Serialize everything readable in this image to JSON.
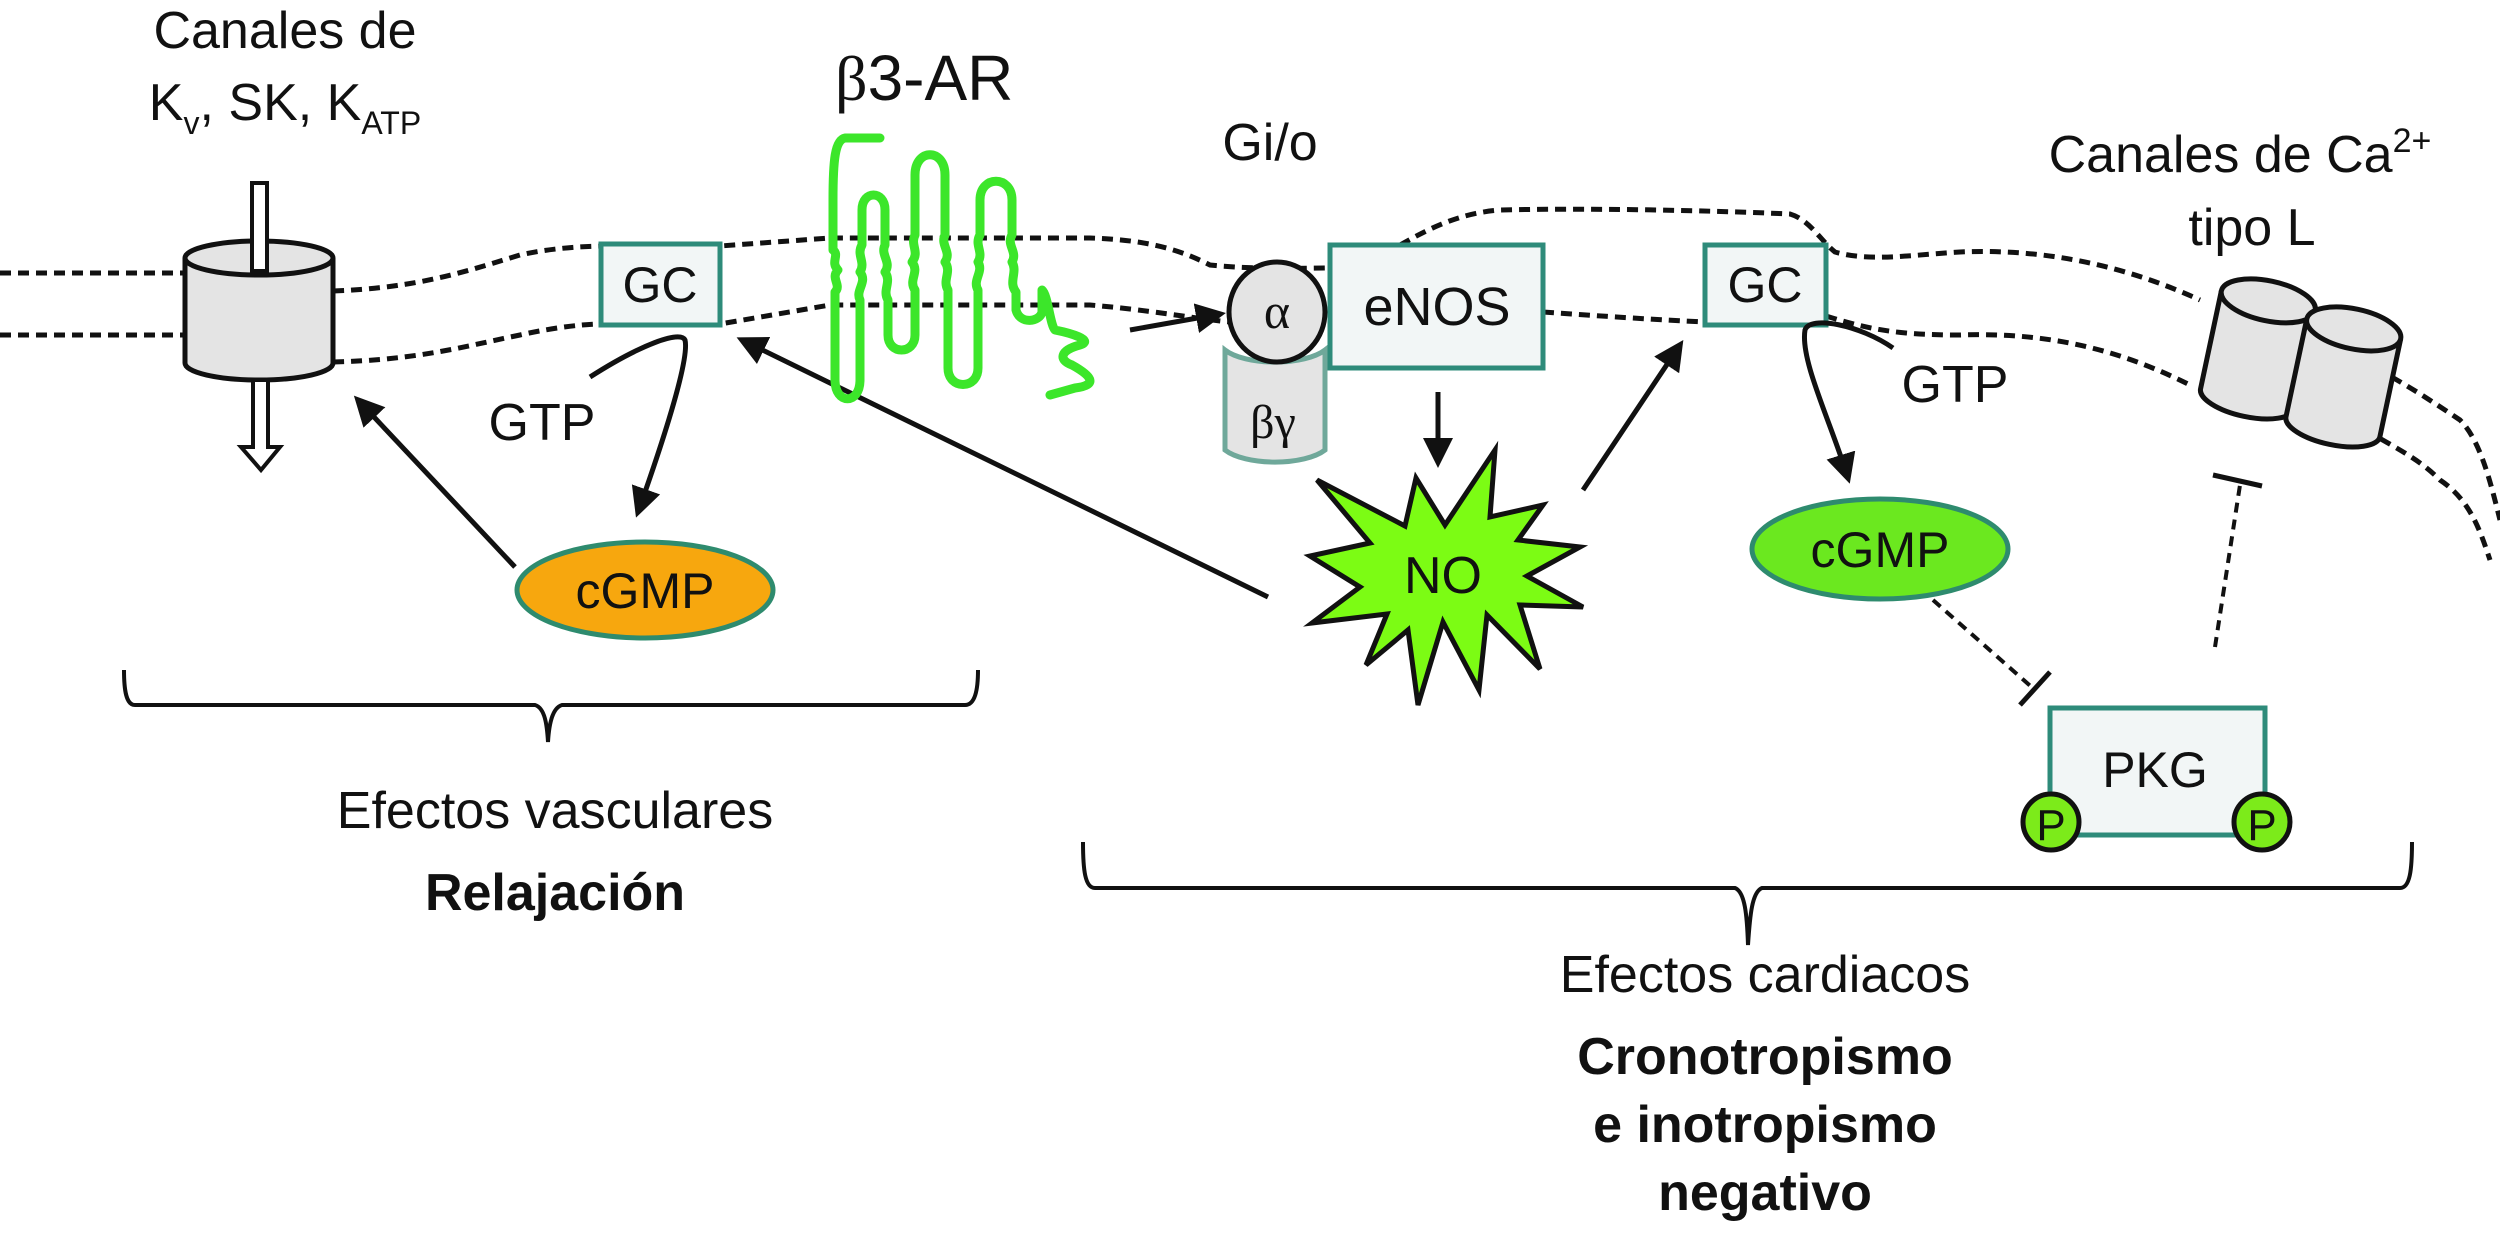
{
  "title_labels": {
    "k_channels": {
      "line1": "Canales de",
      "kv_main": "K",
      "kv_sub": "v",
      "sep1": ", SK, ",
      "katp_main": "K",
      "katp_sub": "ATP"
    },
    "receptor": {
      "beta": "β",
      "rest": "3-AR"
    },
    "g_protein": "Gi/o",
    "ca_channels": {
      "line1_main": "Canales de Ca",
      "line1_sup": "2+",
      "line2": "tipo L"
    }
  },
  "nodes": {
    "gc_left": "GC",
    "gc_right": "GC",
    "alpha": "α",
    "beta_gamma": "βγ",
    "enos": "eNOS",
    "no": "NO",
    "gtp_left": "GTP",
    "gtp_right": "GTP",
    "cgmp_left": "cGMP",
    "cgmp_right": "cGMP",
    "pkg": "PKG",
    "phospho_left": "P",
    "phospho_right": "P"
  },
  "effects": {
    "vascular": {
      "heading": "Efectos vasculares",
      "outcome": "Relajación"
    },
    "cardiac": {
      "heading": "Efectos cardiacos",
      "outcome_lines": [
        "Cronotropismo",
        "e inotropismo",
        "negativo"
      ]
    }
  },
  "colors": {
    "receptor_green": "#3CE62A",
    "no_green": "#7CFC14",
    "cgmp_orange": "#F7A70E",
    "cgmp_green": "#6BE81F",
    "phospho_green": "#7CEB1A",
    "box_border": "#2E8B7A",
    "box_fill": "#F2F6F6",
    "ellipse_border": "#2E8B6E",
    "channel_fill": "#E4E4E4",
    "betagamma_border": "#6FA89A"
  }
}
